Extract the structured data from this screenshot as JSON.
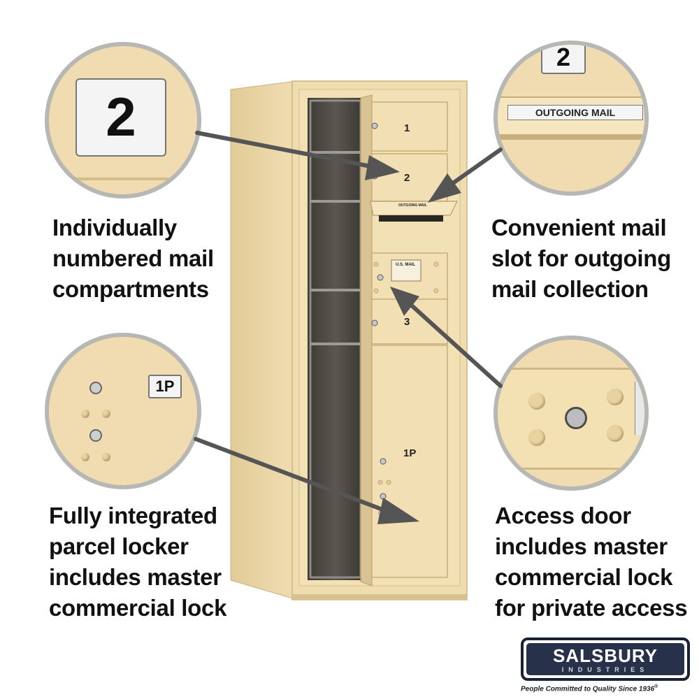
{
  "captions": {
    "top_left": [
      "Individually",
      "numbered mail",
      "compartments"
    ],
    "top_right": [
      "Convenient mail",
      "slot for outgoing",
      "mail collection"
    ],
    "bottom_left": [
      "Fully integrated",
      "parcel locker",
      "includes master",
      "commercial lock"
    ],
    "bottom_right": [
      "Access door",
      "includes master",
      "commercial lock",
      "for private access"
    ]
  },
  "zoom_circles": {
    "top_left_number": "2",
    "top_right_number": "2",
    "top_right_slot_label": "OUTGOING MAIL",
    "bottom_left_parcel_label": "1P"
  },
  "cabinet": {
    "compartments": [
      "1",
      "2",
      "3"
    ],
    "parcel_label": "1P",
    "outgoing_label": "OUTGOING MAIL",
    "access_door_label": "U.S. MAIL"
  },
  "brand": {
    "name": "SALSBURY",
    "sub": "INDUSTRIES",
    "tagline": "People Committed to Quality Since 1936",
    "registered": "®"
  },
  "colors": {
    "sand": "#ecd7a8",
    "arrow": "#555555",
    "circle_border": "#b7b7b4",
    "logo_navy": "#27314a"
  }
}
